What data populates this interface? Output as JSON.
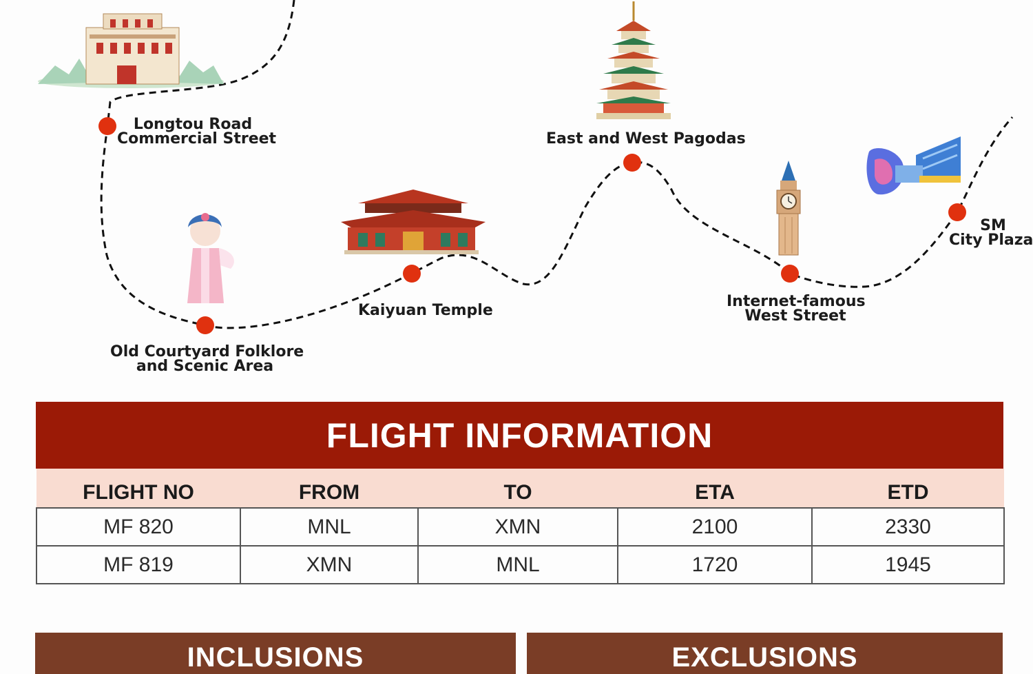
{
  "route": {
    "stops": [
      {
        "id": "longtou",
        "line1": "Longtou Road",
        "line2": "Commercial Street"
      },
      {
        "id": "old-courtyard",
        "line1": "Old Courtyard Folklore",
        "line2": "and Scenic Area"
      },
      {
        "id": "kaiyuan",
        "line1": "Kaiyuan Temple",
        "line2": ""
      },
      {
        "id": "pagodas",
        "line1": "East and West Pagodas",
        "line2": ""
      },
      {
        "id": "west-street",
        "line1": "Internet-famous",
        "line2": "West Street"
      },
      {
        "id": "sm-plaza",
        "line1": "SM",
        "line2": "City Plaza"
      }
    ],
    "marker_color": "#e0310f"
  },
  "flight_info": {
    "title": "FLIGHT INFORMATION",
    "columns": [
      "FLIGHT NO",
      "FROM",
      "TO",
      "ETA",
      "ETD"
    ],
    "rows": [
      [
        "MF 820",
        "MNL",
        "XMN",
        "2100",
        "2330"
      ],
      [
        "MF 819",
        "XMN",
        "MNL",
        "1720",
        "1945"
      ]
    ],
    "header_color": "#9b1a06",
    "subheader_color": "#f9dcd1"
  },
  "bottom": {
    "inclusions": "INCLUSIONS",
    "exclusions": "EXCLUSIONS",
    "box_color": "#7a3d26"
  }
}
